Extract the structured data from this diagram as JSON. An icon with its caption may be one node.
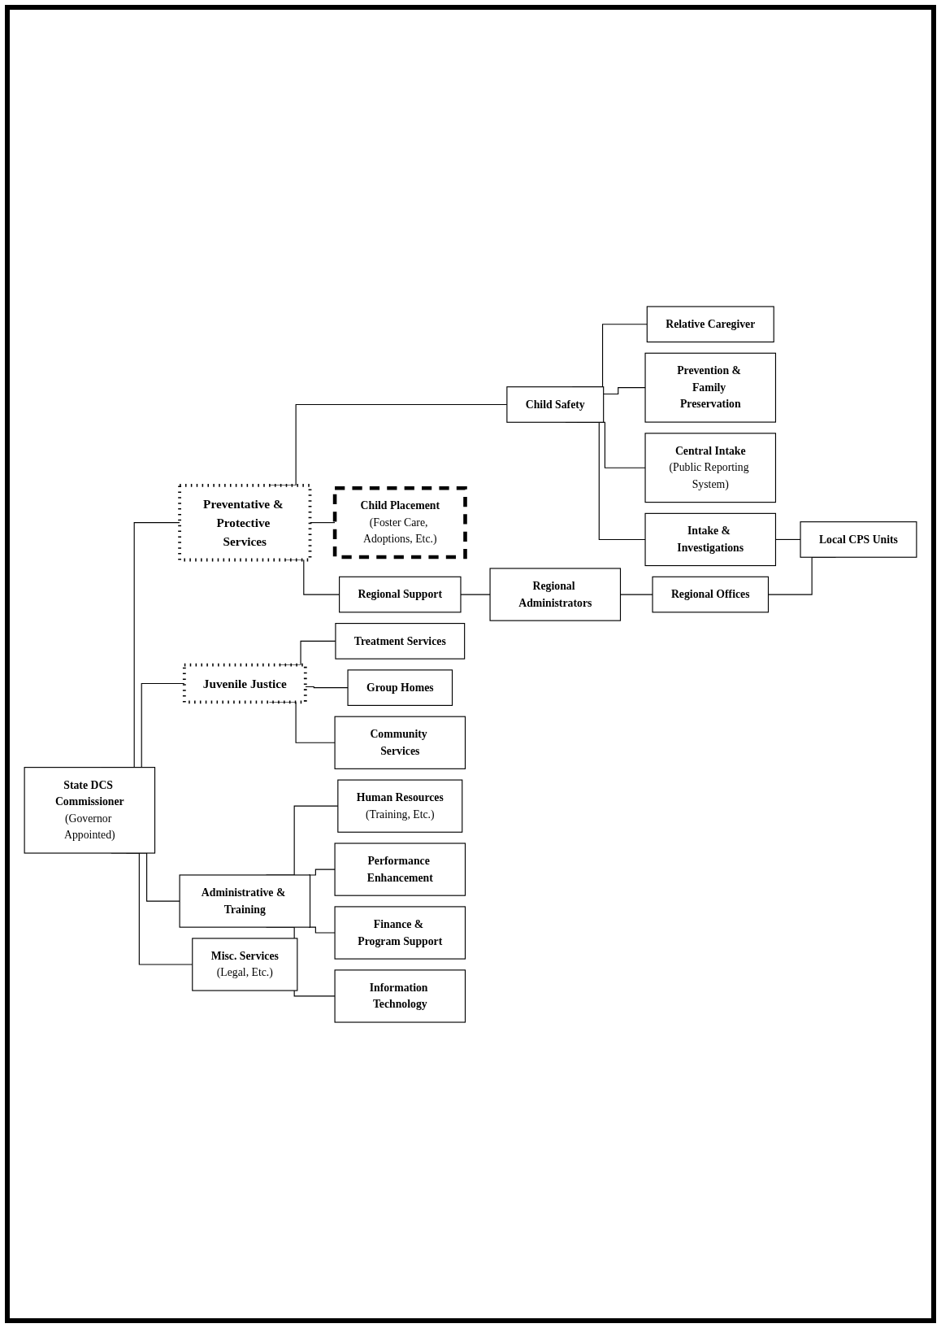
{
  "diagram": {
    "nodes": [
      {
        "text": [
          "State DCS Commissioner",
          "(Governor Appointed)"
        ]
      },
      {
        "text": [
          "Preventative & Protective Services"
        ]
      },
      {
        "text": [
          "Juvenile Justice"
        ]
      },
      {
        "text": [
          "Administrative & Training"
        ]
      },
      {
        "text": [
          "Misc. Services",
          "(Legal, Etc.)"
        ]
      },
      {
        "text": [
          "Child Safety"
        ]
      },
      {
        "text": [
          "Relative Caregiver"
        ]
      },
      {
        "text": [
          "Prevention & Family Preservation"
        ]
      },
      {
        "text": [
          "Central Intake",
          "(Public Reporting System)"
        ]
      },
      {
        "text": [
          "Intake & Investigations"
        ]
      },
      {
        "text": [
          "Child Placement",
          "(Foster Care, Adoptions, Etc.)"
        ]
      },
      {
        "text": [
          "Regional Support"
        ]
      },
      {
        "text": [
          "Regional Administrators"
        ]
      },
      {
        "text": [
          "Regional Offices"
        ]
      },
      {
        "text": [
          "Local CPS Units"
        ]
      },
      {
        "text": [
          "Treatment Services"
        ]
      },
      {
        "text": [
          "Group Homes"
        ]
      },
      {
        "text": [
          "Community Services"
        ]
      },
      {
        "text": [
          "Human Resources",
          "(Training, Etc.)"
        ]
      },
      {
        "text": [
          "Performance Enhancement"
        ]
      },
      {
        "text": [
          "Finance & Program Support"
        ]
      },
      {
        "text": [
          "Information Technology"
        ]
      }
    ],
    "edges": [
      {
        "from": 0,
        "to": 1,
        "arrow": "none"
      },
      {
        "from": 0,
        "to": 2,
        "arrow": "none"
      },
      {
        "from": 0,
        "to": 3,
        "arrow": "none"
      },
      {
        "from": 0,
        "to": 4,
        "arrow": "none"
      },
      {
        "from": 1,
        "to": 5,
        "arrow": "none"
      },
      {
        "from": 5,
        "to": 6,
        "arrow": "none"
      },
      {
        "from": 5,
        "to": 7,
        "arrow": "none"
      },
      {
        "from": 5,
        "to": 8,
        "arrow": "none"
      },
      {
        "from": 5,
        "to": 9,
        "arrow": "none"
      },
      {
        "from": 1,
        "to": 10,
        "arrow": "none"
      },
      {
        "from": 1,
        "to": 11,
        "arrow": "none"
      },
      {
        "from": 11,
        "to": 12,
        "arrow": "none"
      },
      {
        "from": 12,
        "to": 13,
        "arrow": "none"
      },
      {
        "from": 13,
        "to": 14,
        "arrow": "none"
      },
      {
        "from": 9,
        "to": 14,
        "arrow": "none"
      },
      {
        "from": 2,
        "to": 15,
        "arrow": "none"
      },
      {
        "from": 2,
        "to": 16,
        "arrow": "none"
      },
      {
        "from": 2,
        "to": 17,
        "arrow": "none"
      },
      {
        "from": 3,
        "to": 18,
        "arrow": "none"
      },
      {
        "from": 3,
        "to": 19,
        "arrow": "none"
      },
      {
        "from": 3,
        "to": 20,
        "arrow": "none"
      },
      {
        "from": 3,
        "to": 21,
        "arrow": "none"
      }
    ]
  }
}
